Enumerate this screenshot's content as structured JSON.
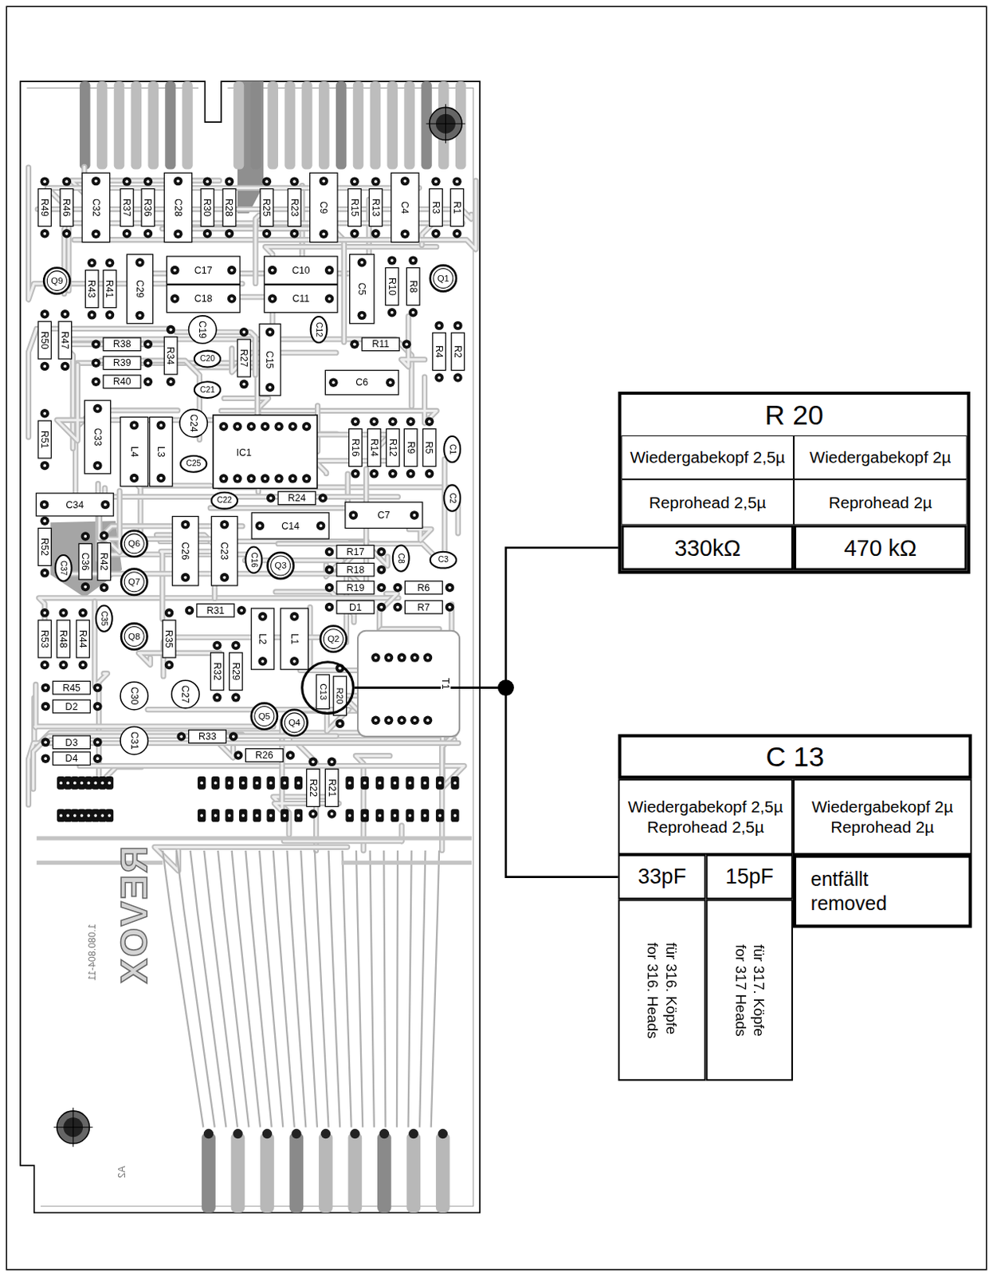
{
  "diagram": {
    "nodes": [
      {
        "text": [
          "R 20"
        ]
      },
      {
        "text": [
          "Wiedergabekopf 2,5µ"
        ],
        "in": 0
      },
      {
        "text": [
          "Wiedergabekopf 2µ"
        ],
        "in": 0
      },
      {
        "text": [
          "Reprohead 2,5µ"
        ],
        "in": 0
      },
      {
        "text": [
          "Reprohead 2µ"
        ],
        "in": 0
      },
      {
        "text": [
          "330kΩ"
        ],
        "in": 0
      },
      {
        "text": [
          "470 kΩ"
        ],
        "in": 0
      },
      {
        "text": [
          "C13",
          "R20"
        ]
      },
      {
        "text": [
          "C 13"
        ]
      },
      {
        "text": [
          "Wiedergabekopf 2,5µ",
          "Reprohead 2,5µ"
        ],
        "in": 8
      },
      {
        "text": [
          "Wiedergabekopf 2µ",
          "Reprohead 2µ"
        ],
        "in": 8
      },
      {
        "text": [
          "33pF"
        ],
        "in": 8
      },
      {
        "text": [
          "15pF"
        ],
        "in": 8
      },
      {
        "text": [
          "entfällt",
          "removed"
        ],
        "in": 8
      },
      {
        "text": [
          "für 316. Köpfe",
          "for 316. Heads"
        ],
        "in": 8
      },
      {
        "text": [
          "für 317. Köpfe",
          "for 317 Heads"
        ],
        "in": 8
      }
    ],
    "edges": [
      {
        "from": 7,
        "to": 5,
        "arrow": "none"
      },
      {
        "from": 7,
        "to": 11,
        "arrow": "none"
      }
    ],
    "labels": [
      "R49",
      "R46",
      "C32",
      "R37",
      "R36",
      "C28",
      "R30",
      "R28",
      "R25",
      "R23",
      "C9",
      "R15",
      "R13",
      "C4",
      "R3",
      "R1",
      "Q9",
      "R43",
      "R41",
      "C29",
      "C17",
      "C18",
      "C10",
      "C11",
      "C5",
      "R10",
      "R8",
      "Q1",
      "R50",
      "R47",
      "R38",
      "R39",
      "R40",
      "C19",
      "R34",
      "C20",
      "C21",
      "R27",
      "C15",
      "C12",
      "R11",
      "R4",
      "R2",
      "C6",
      "R51",
      "C33",
      "L4",
      "L3",
      "C24",
      "C25",
      "IC1",
      "R16",
      "R14",
      "R12",
      "R9",
      "R5",
      "C1",
      "C34",
      "C22",
      "R24",
      "C2",
      "C14",
      "C7",
      "R52",
      "Q6",
      "C36",
      "R42",
      "C37",
      "Q7",
      "C26",
      "C23",
      "C16",
      "Q3",
      "R17",
      "R18",
      "C8",
      "C3",
      "R19",
      "R6",
      "D1",
      "R7",
      "R31",
      "C35",
      "R53",
      "R48",
      "R44",
      "Q8",
      "R35",
      "L2",
      "L1",
      "Q2",
      "T1",
      "R45",
      "D2",
      "C30",
      "C27",
      "R32",
      "R29",
      "Q5",
      "Q4",
      "D3",
      "D4",
      "C31",
      "R33",
      "R26",
      "R22",
      "R21",
      "REVOX",
      "1.080.804-11",
      "A2"
    ]
  }
}
